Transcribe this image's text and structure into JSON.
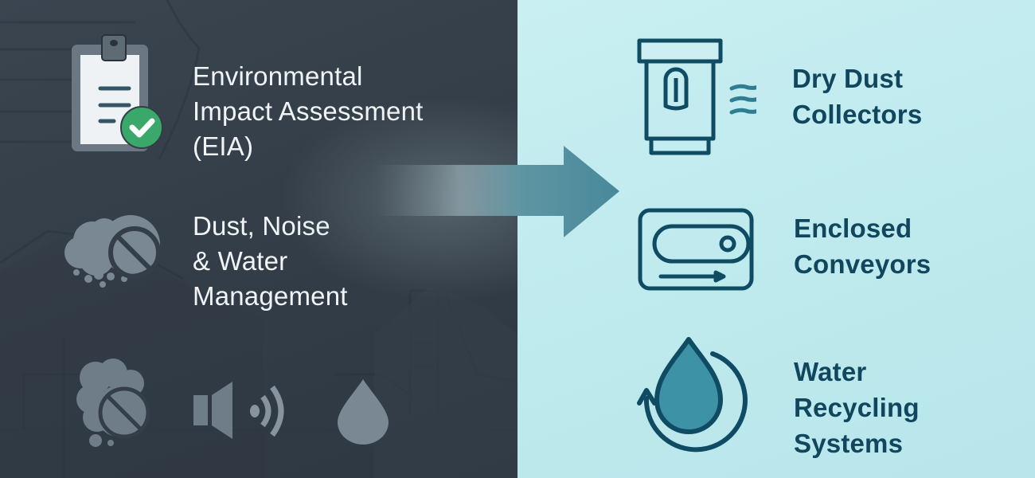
{
  "left_panel": {
    "items": [
      {
        "icon": "clipboard-check-icon",
        "lines": [
          "Environmental",
          "Impact Assessment",
          "(EIA)"
        ]
      },
      {
        "icon": "dust-prohibited-icon",
        "lines": [
          "Dust, Noise",
          "& Water",
          "Management"
        ]
      }
    ],
    "bottom_icons": [
      "dust-prohibited-icon",
      "speaker-noise-icon",
      "water-drop-icon"
    ]
  },
  "right_panel": {
    "items": [
      {
        "icon": "dust-collector-icon",
        "lines": [
          "Dry Dust",
          "Collectors"
        ]
      },
      {
        "icon": "enclosed-conveyor-icon",
        "lines": [
          "Enclosed",
          "Conveyors"
        ]
      },
      {
        "icon": "water-recycling-icon",
        "lines": [
          "Water",
          "Recycling",
          "Systems"
        ]
      }
    ]
  },
  "colors": {
    "left_bg": "#343e48",
    "right_bg": "#c5ecef",
    "left_text": "#f1f4f6",
    "right_text": "#10475e",
    "icon_muted": "#6f7d88",
    "check_green": "#3aa86b",
    "arrow_teal": "#4a8a9a",
    "icon_stroke_dark": "#0f4c63",
    "drop_fill": "#3d92a6"
  }
}
